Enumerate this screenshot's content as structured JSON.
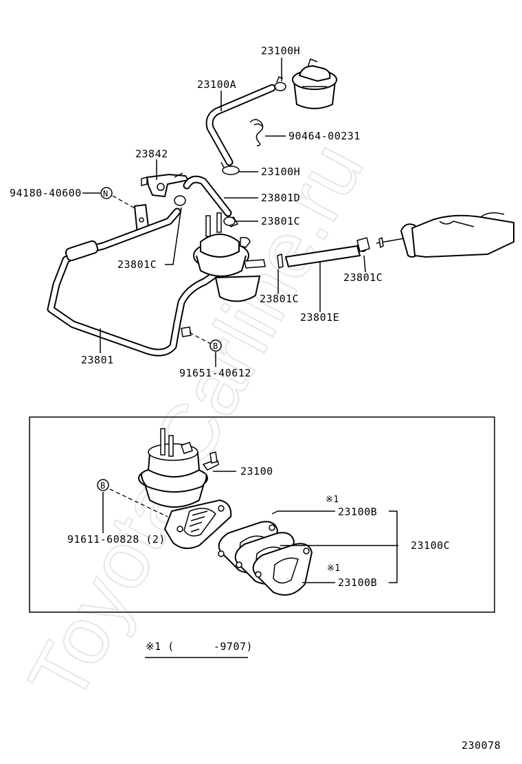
{
  "watermark": "Toyota-Carline.ru",
  "labels": {
    "p23100H_top": "23100H",
    "p23100A": "23100A",
    "p90464": "90464-00231",
    "p23842": "23842",
    "p23100H_mid": "23100H",
    "p94180": "94180-40600",
    "ref_N": "N",
    "p23801D": "23801D",
    "p23801C_a": "23801C",
    "p23801C_b": "23801C",
    "p23801C_c": "23801C",
    "p23801C_d": "23801C",
    "p23801E": "23801E",
    "p23801": "23801",
    "ref_B_top": "B",
    "p91651": "91651-40612",
    "p23100": "23100",
    "ref_B_box": "B",
    "p91611": "91611-60828 (2)",
    "note1_a": "※1",
    "p23100B_a": "23100B",
    "p23100C": "23100C",
    "note1_b": "※1",
    "p23100B_b": "23100B",
    "footnote": "※1 (      -9707)",
    "diagram_number": "230078"
  }
}
